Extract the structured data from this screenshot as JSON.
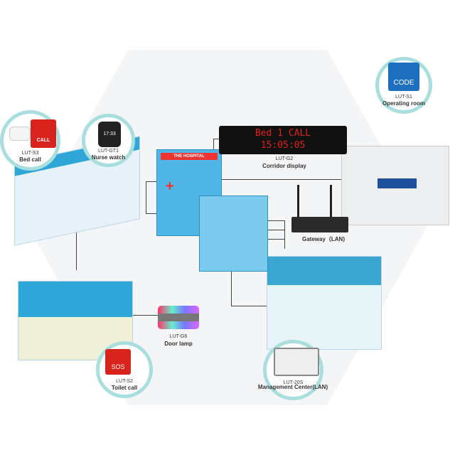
{
  "building_sign": "THE HOSPITAL",
  "devices": {
    "bed_call": {
      "model": "LUT-S3",
      "name": "Bed call",
      "button": "CALL"
    },
    "nurse_watch": {
      "model": "LUT-GT1",
      "name": "Nurse watch",
      "time": "17:33"
    },
    "corridor_display": {
      "model": "LUT-G2",
      "name": "Corridor display",
      "line1": "Bed 1 CALL",
      "line2": "15:05:05"
    },
    "gateway": {
      "name": "Gateway（LAN)"
    },
    "operating_room": {
      "model": "LUT-S1",
      "name": "Operating room",
      "button": "CODE"
    },
    "door_lamp": {
      "model": "LUT-G6",
      "name": "Door lamp"
    },
    "toilet_call": {
      "model": "LUT-S2",
      "name": "Toilet call",
      "button": "SOS"
    },
    "management_center": {
      "model": "LUT-20S",
      "name": "Management Center(LAN)"
    }
  },
  "colors": {
    "accent": "#a9dede",
    "wall": "#2fa6d8",
    "led": "#e0201a",
    "call_red": "#d9231d"
  }
}
